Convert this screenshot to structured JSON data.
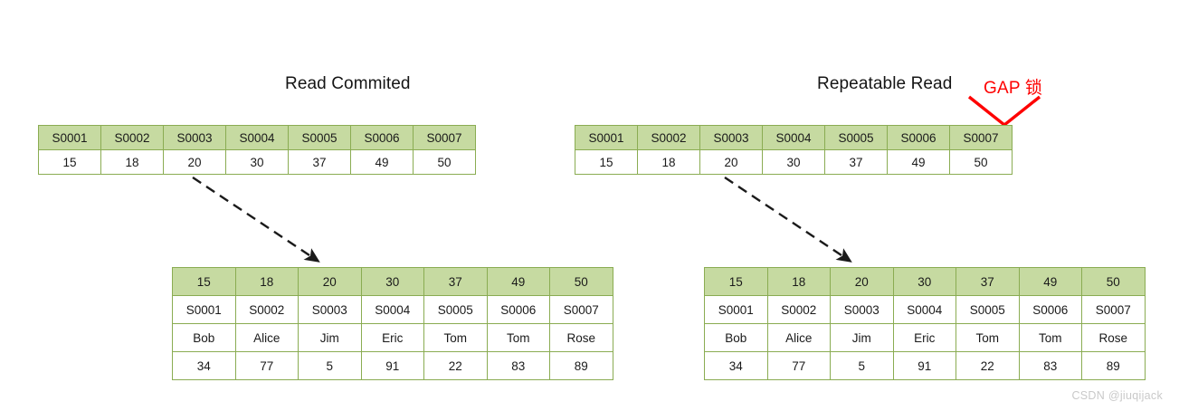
{
  "diagram": {
    "left_panel": {
      "title": "Read Commited",
      "index_table": {
        "header_row": [
          "S0001",
          "S0002",
          "S0003",
          "S0004",
          "S0005",
          "S0006",
          "S0007"
        ],
        "value_row": [
          "15",
          "18",
          "20",
          "30",
          "37",
          "49",
          "50"
        ]
      },
      "data_table": {
        "header_row": [
          "15",
          "18",
          "20",
          "30",
          "37",
          "49",
          "50"
        ],
        "rows": [
          [
            "S0001",
            "S0002",
            "S0003",
            "S0004",
            "S0005",
            "S0006",
            "S0007"
          ],
          [
            "Bob",
            "Alice",
            "Jim",
            "Eric",
            "Tom",
            "Tom",
            "Rose"
          ],
          [
            "34",
            "77",
            "5",
            "91",
            "22",
            "83",
            "89"
          ]
        ]
      },
      "connector": "dashed-arrow-down-right"
    },
    "right_panel": {
      "title": "Repeatable Read",
      "annotation": {
        "label": "GAP 锁",
        "color": "#fe0000",
        "marker": "v-arrow-down"
      },
      "index_table": {
        "header_row": [
          "S0001",
          "S0002",
          "S0003",
          "S0004",
          "S0005",
          "S0006",
          "S0007"
        ],
        "value_row": [
          "15",
          "18",
          "20",
          "30",
          "37",
          "49",
          "50"
        ]
      },
      "data_table": {
        "header_row": [
          "15",
          "18",
          "20",
          "30",
          "37",
          "49",
          "50"
        ],
        "rows": [
          [
            "S0001",
            "S0002",
            "S0003",
            "S0004",
            "S0005",
            "S0006",
            "S0007"
          ],
          [
            "Bob",
            "Alice",
            "Jim",
            "Eric",
            "Tom",
            "Tom",
            "Rose"
          ],
          [
            "34",
            "77",
            "5",
            "91",
            "22",
            "83",
            "89"
          ]
        ]
      },
      "connector": "dashed-arrow-down-right"
    },
    "colors": {
      "header_fill": "#c6daa1",
      "table_border": "#8aac52",
      "cell_fill": "#ffffff",
      "text": "#1a1a1a",
      "accent_red": "#fe0000",
      "watermark": "#c9c9c9"
    },
    "watermark": "CSDN @jiuqijack"
  }
}
